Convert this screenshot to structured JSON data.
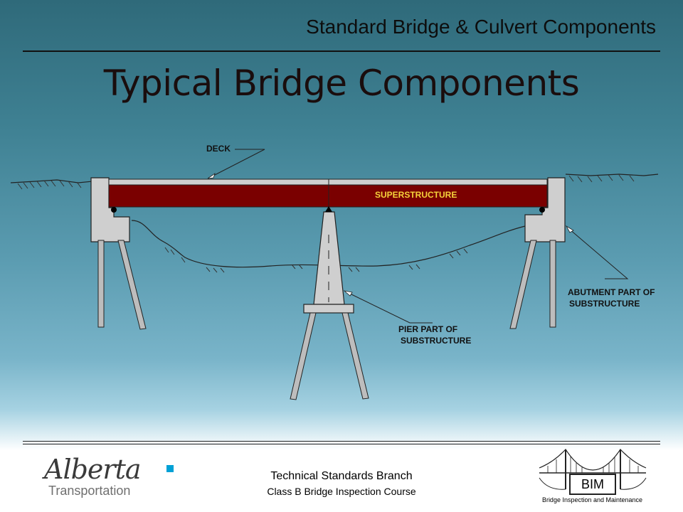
{
  "header": {
    "title": "Standard Bridge & Culvert Components"
  },
  "slide": {
    "title": "Typical Bridge Components"
  },
  "diagram": {
    "labels": {
      "deck": "DECK",
      "superstructure": "SUPERSTRUCTURE",
      "abutment_line1": "ABUTMENT PART OF",
      "abutment_line2": "SUBSTRUCTURE",
      "pier_line1": "PIER PART OF",
      "pier_line2": "SUBSTRUCTURE"
    },
    "colors": {
      "superstructure": "#7a0000",
      "concrete": "#cfcfcf",
      "superstructure_label": "#f5d33a"
    }
  },
  "footer": {
    "branch": "Technical Standards Branch",
    "course": "Class B Bridge Inspection Course",
    "logo_word": "Alberta",
    "logo_sub": "Transportation",
    "bim": "BIM",
    "bim_caption": "Bridge Inspection and Maintenance"
  }
}
